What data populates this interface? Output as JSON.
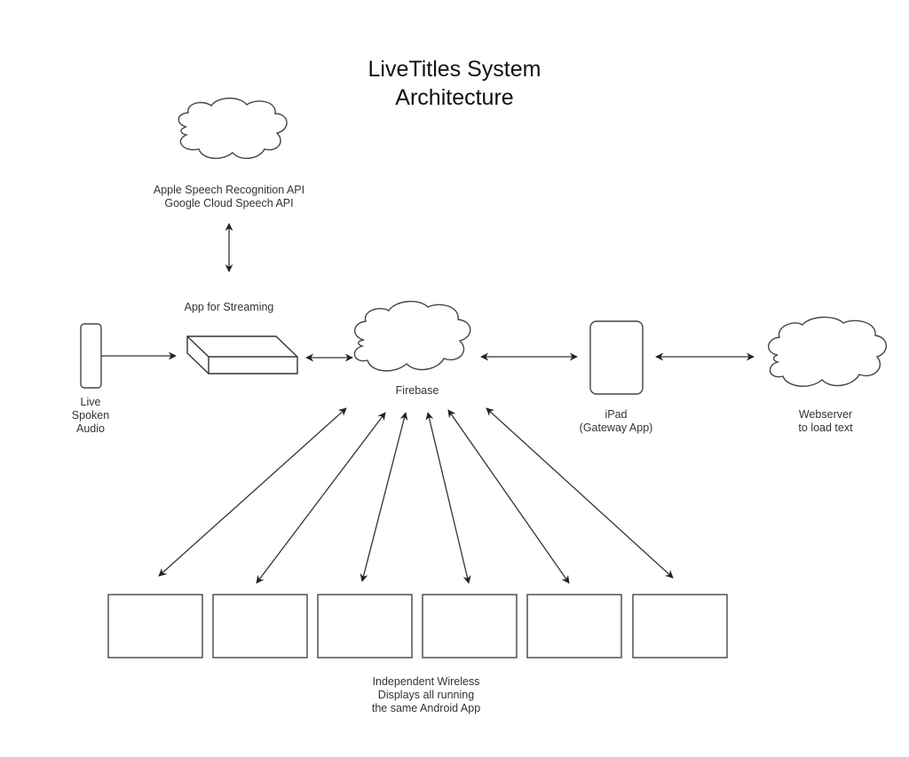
{
  "title": {
    "line1": "LiveTitles System",
    "line2": "Architecture"
  },
  "nodes": {
    "speech_api": {
      "icon": "cloud-icon",
      "label_line1": "Apple Speech Recognition API",
      "label_line2": "Google Cloud Speech API"
    },
    "live_audio": {
      "icon": "microphone-device-icon",
      "label_line1": "Live",
      "label_line2": "Spoken",
      "label_line3": "Audio"
    },
    "streaming_app": {
      "icon": "server-box-icon",
      "label": "App for Streaming"
    },
    "firebase": {
      "icon": "cloud-icon",
      "label": "Firebase"
    },
    "ipad": {
      "icon": "tablet-icon",
      "label_line1": "iPad",
      "label_line2": "(Gateway App)"
    },
    "webserver": {
      "icon": "cloud-icon",
      "label_line1": "Webserver",
      "label_line2": "to load text"
    },
    "displays": {
      "count": 6,
      "icon": "display-screen-icon",
      "label_line1": "Independent Wireless",
      "label_line2": "Displays all running",
      "label_line3": "the same Android App"
    }
  },
  "connections": [
    {
      "from": "speech_api",
      "to": "streaming_app",
      "direction": "both"
    },
    {
      "from": "live_audio",
      "to": "streaming_app",
      "direction": "forward"
    },
    {
      "from": "streaming_app",
      "to": "firebase",
      "direction": "both"
    },
    {
      "from": "firebase",
      "to": "ipad",
      "direction": "both"
    },
    {
      "from": "ipad",
      "to": "webserver",
      "direction": "both"
    },
    {
      "from": "firebase",
      "to": "display-1",
      "direction": "both"
    },
    {
      "from": "firebase",
      "to": "display-2",
      "direction": "both"
    },
    {
      "from": "firebase",
      "to": "display-3",
      "direction": "both"
    },
    {
      "from": "firebase",
      "to": "display-4",
      "direction": "both"
    },
    {
      "from": "firebase",
      "to": "display-5",
      "direction": "both"
    },
    {
      "from": "firebase",
      "to": "display-6",
      "direction": "both"
    }
  ],
  "colors": {
    "stroke": "#333333",
    "text": "#333333",
    "background": "#ffffff"
  }
}
